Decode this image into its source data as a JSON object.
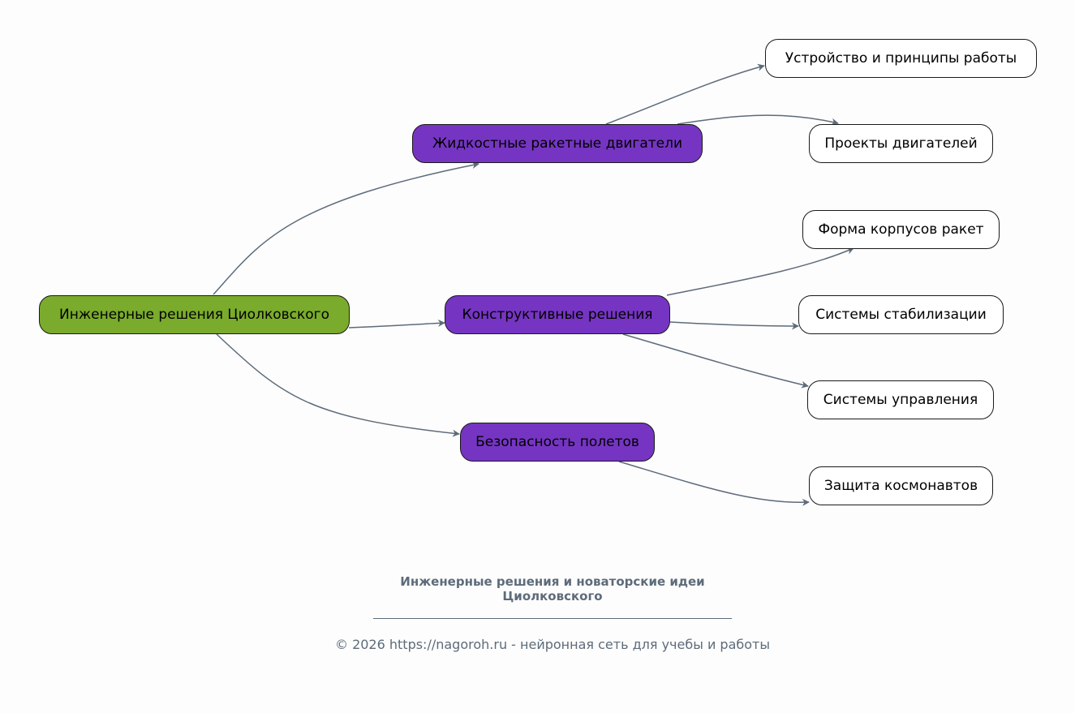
{
  "diagram": {
    "type": "mind-map",
    "colors": {
      "root_fill": "#7aab2c",
      "branch_fill": "#7535c2",
      "leaf_fill": "#ffffff",
      "edge": "#5d6b7a",
      "footer_text": "#5d6b7a",
      "background": "#fdfdfd"
    },
    "root": {
      "label": "Инженерные решения Циолковского"
    },
    "branches": [
      {
        "label": "Жидкостные ракетные двигатели",
        "children": [
          "Устройство и принципы работы",
          "Проекты двигателей"
        ]
      },
      {
        "label": "Конструктивные решения",
        "children": [
          "Форма корпусов ракет",
          "Системы стабилизации",
          "Системы управления"
        ]
      },
      {
        "label": "Безопасность полетов",
        "children": [
          "Защита космонавтов"
        ]
      }
    ]
  },
  "footer": {
    "title_line1": "Инженерные решения и новаторские идеи",
    "title_line2": "Циолковского",
    "copyright": "© 2026 https://nagoroh.ru - нейронная сеть для учебы и работы"
  }
}
